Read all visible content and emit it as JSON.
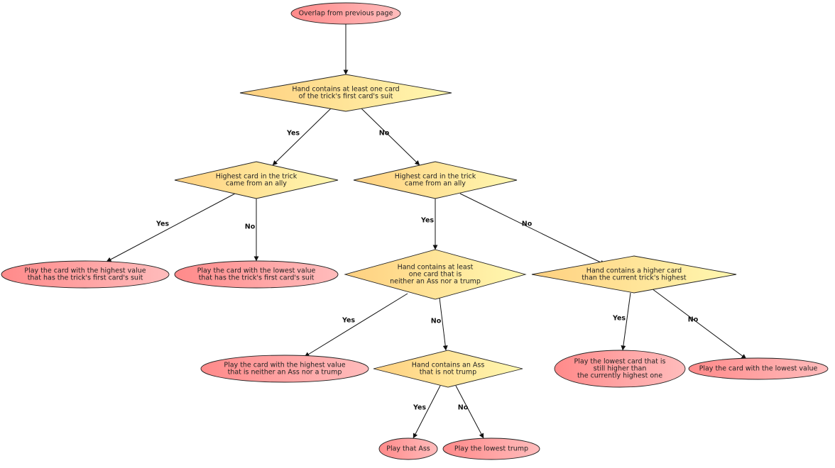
{
  "nodes": {
    "start": {
      "lines": [
        "Overlap from previous page"
      ]
    },
    "d1": {
      "lines": [
        "Hand contains at least one card",
        "of the trick's first card's suit"
      ]
    },
    "d2a": {
      "lines": [
        "Highest card in the trick",
        "came from an ally"
      ]
    },
    "d2b": {
      "lines": [
        "Highest card in the trick",
        "came from an ally"
      ]
    },
    "t1": {
      "lines": [
        "Play the card with the highest value",
        "that has the trick's first card's suit"
      ]
    },
    "t2": {
      "lines": [
        "Play the card with the lowest value",
        "that has the trick's first card's suit"
      ]
    },
    "d3": {
      "lines": [
        "Hand contains at least",
        "one card that is",
        "neither an Ass nor a trump"
      ]
    },
    "d4": {
      "lines": [
        "Hand contains a higher card",
        "than the current trick's highest"
      ]
    },
    "t3": {
      "lines": [
        "Play the card with the highest value",
        "that is neither an Ass nor a trump"
      ]
    },
    "d5": {
      "lines": [
        "Hand contains an Ass",
        "that is not trump"
      ]
    },
    "t4": {
      "lines": [
        "Play the lowest card that is",
        "still higher than",
        "the currently highest one"
      ]
    },
    "t5": {
      "lines": [
        "Play the card with the lowest value"
      ]
    },
    "t6": {
      "lines": [
        "Play that Ass"
      ]
    },
    "t7": {
      "lines": [
        "Play the lowest trump"
      ]
    }
  },
  "edges": [
    {
      "from": "start",
      "to": "d1",
      "label": ""
    },
    {
      "from": "d1",
      "to": "d2a",
      "label": "Yes"
    },
    {
      "from": "d1",
      "to": "d2b",
      "label": "No"
    },
    {
      "from": "d2a",
      "to": "t1",
      "label": "Yes"
    },
    {
      "from": "d2a",
      "to": "t2",
      "label": "No"
    },
    {
      "from": "d2b",
      "to": "d3",
      "label": "Yes"
    },
    {
      "from": "d2b",
      "to": "d4",
      "label": "No"
    },
    {
      "from": "d3",
      "to": "t3",
      "label": "Yes"
    },
    {
      "from": "d3",
      "to": "d5",
      "label": "No"
    },
    {
      "from": "d4",
      "to": "t4",
      "label": "Yes"
    },
    {
      "from": "d4",
      "to": "t5",
      "label": "No"
    },
    {
      "from": "d5",
      "to": "t6",
      "label": "Yes"
    },
    {
      "from": "d5",
      "to": "t7",
      "label": "No"
    }
  ],
  "colors": {
    "terminal_dark": "#ff8a8a",
    "terminal_light": "#ffbcbc",
    "decision_dark": "#ffd080",
    "decision_light": "#fff8b0",
    "stroke": "#222222"
  }
}
